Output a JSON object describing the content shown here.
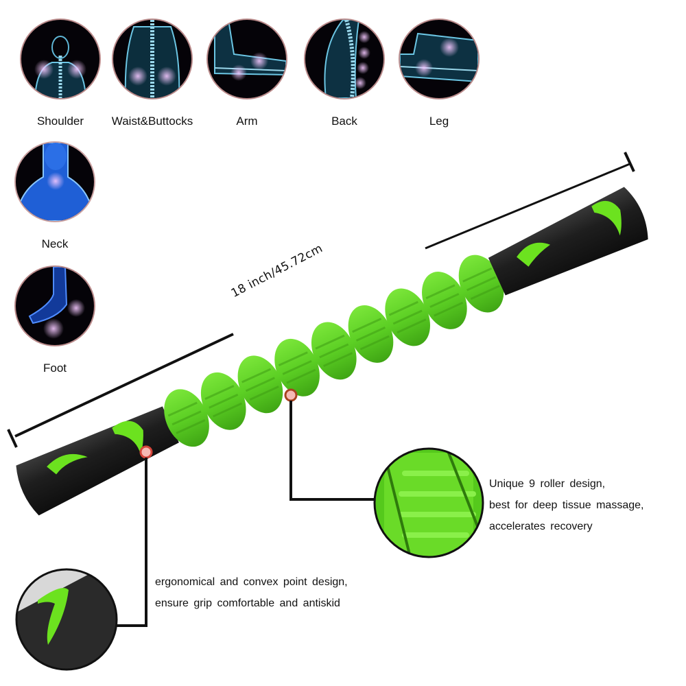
{
  "body_parts": [
    {
      "label": "Shoulder",
      "icon": "shoulder-xray-icon"
    },
    {
      "label": "Waist&Buttocks",
      "icon": "waist-buttocks-xray-icon"
    },
    {
      "label": "Arm",
      "icon": "arm-xray-icon"
    },
    {
      "label": "Back",
      "icon": "back-xray-icon"
    },
    {
      "label": "Leg",
      "icon": "leg-xray-icon"
    },
    {
      "label": "Neck",
      "icon": "neck-xray-icon"
    },
    {
      "label": "Foot",
      "icon": "foot-xray-icon"
    }
  ],
  "product": {
    "dimension": "18 inch/45.72cm",
    "roller_count": 9,
    "colors": {
      "roller": "#5fd327",
      "roller_dark": "#3fa514",
      "handle": "#1f1f1f",
      "accent": "#6ce21f",
      "marker": "#f6b9b4",
      "marker_ring": "#a8431f"
    }
  },
  "callouts": {
    "roller": {
      "lines": [
        "Unique 9 roller design,",
        "best for deep tissue massage,",
        "accelerates recovery"
      ]
    },
    "handle": {
      "lines": [
        "ergonomical and convex point design,",
        "ensure grip comfortable and antiskid"
      ]
    }
  }
}
